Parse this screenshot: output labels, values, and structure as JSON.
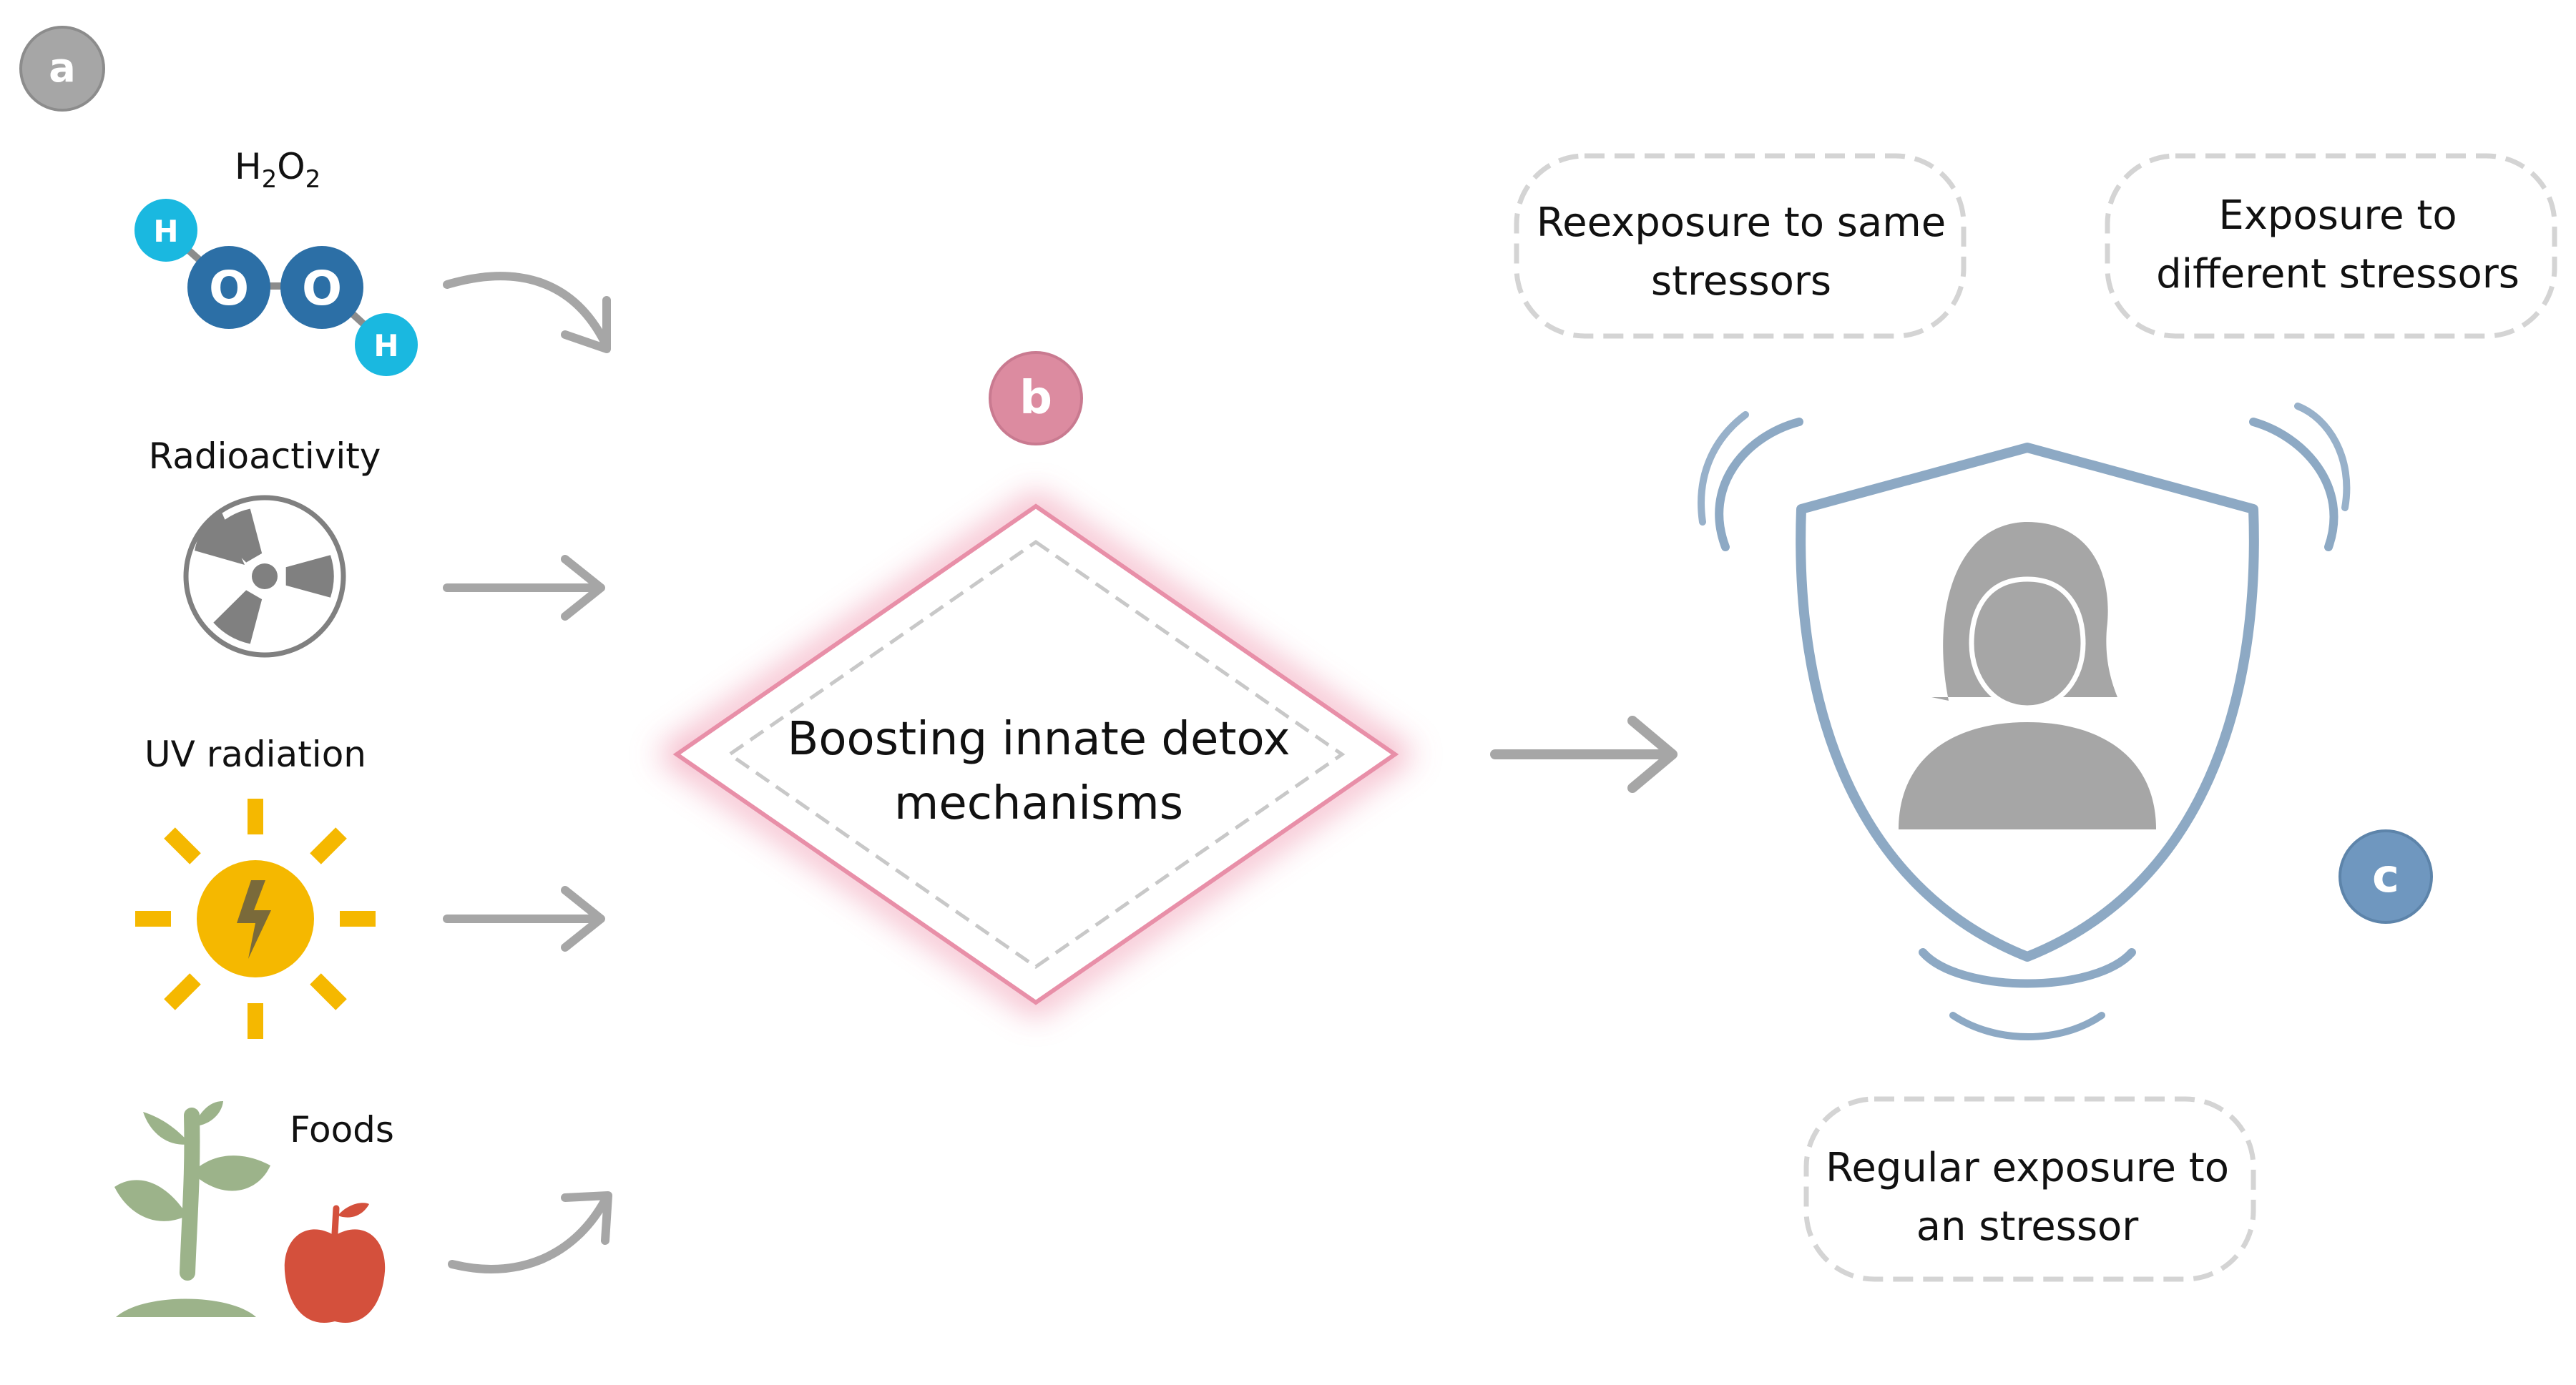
{
  "panels": {
    "a": {
      "letter": "a",
      "color": "#a6a6a6"
    },
    "b": {
      "letter": "b",
      "color": "#dc8ba0"
    },
    "c": {
      "letter": "c",
      "color": "#6f97bf"
    }
  },
  "stressors": {
    "h2o2": {
      "label_main": "H",
      "sub1": "2",
      "label_mid": "O",
      "sub2": "2",
      "atom_h": "H",
      "atom_o": "O",
      "colors": {
        "hydrogen": "#1ab8e0",
        "oxygen": "#2c6fa6"
      }
    },
    "radioactivity": {
      "label": "Radioactivity"
    },
    "uv": {
      "label": "UV radiation",
      "color": "#f5b800"
    },
    "foods": {
      "label": "Foods",
      "colors": {
        "plant": "#9cb38a",
        "apple": "#d4503c"
      }
    }
  },
  "center": {
    "line1": "Boosting innate detox",
    "line2": "mechanisms",
    "glow_color": "#f2a7bc"
  },
  "outcomes": {
    "reexposure": {
      "line1": "Reexposure  to same",
      "line2": "stressors"
    },
    "different": {
      "line1": "Exposure  to",
      "line2": "different  stressors"
    },
    "regular": {
      "line1": "Regular exposure  to",
      "line2": "an stressor"
    }
  },
  "shield_color": "#8da9c4",
  "arrow_color": "#a6a6a6"
}
